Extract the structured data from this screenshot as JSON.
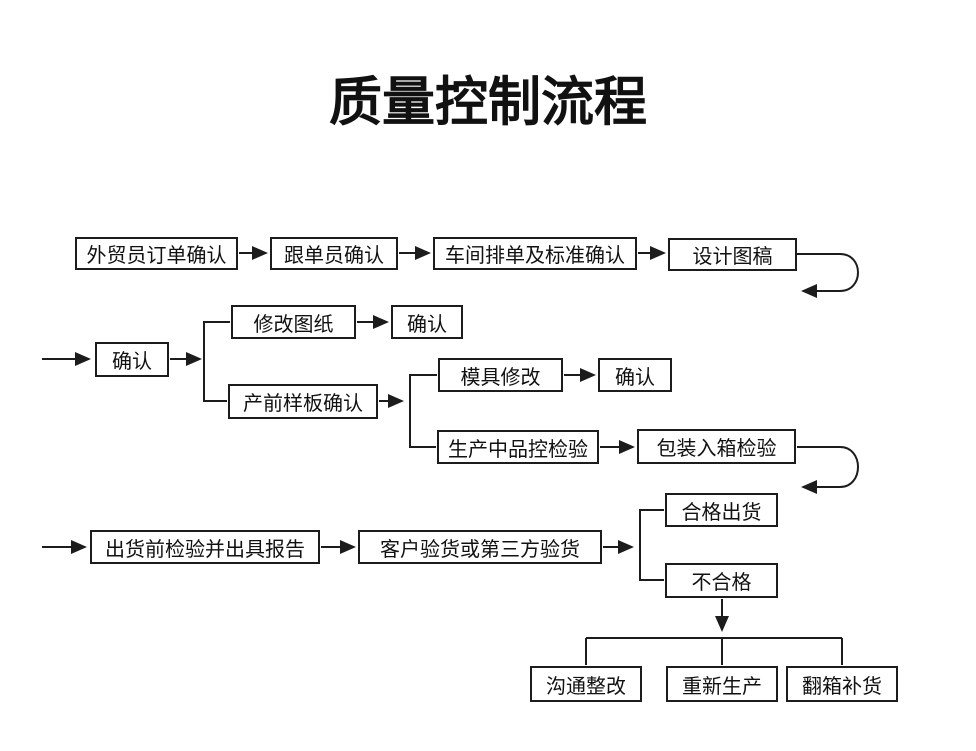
{
  "title": "质量控制流程",
  "colors": {
    "background": "#ffffff",
    "line": "#1c1c1c",
    "box_border": "#1c1c1c",
    "text": "#111111"
  },
  "nodes": {
    "order_confirm": {
      "label": "外贸员订单确认"
    },
    "merchandiser_confirm": {
      "label": "跟单员确认"
    },
    "workshop_schedule": {
      "label": "车间排单及标准确认"
    },
    "design_draft": {
      "label": "设计图稿"
    },
    "confirm_1": {
      "label": "确认"
    },
    "revise_drawing": {
      "label": "修改图纸"
    },
    "confirm_2": {
      "label": "确认"
    },
    "preproduction_sample": {
      "label": "产前样板确认"
    },
    "mold_revision": {
      "label": "模具修改"
    },
    "confirm_3": {
      "label": "确认"
    },
    "inprocess_qc": {
      "label": "生产中品控检验"
    },
    "packing_inspection": {
      "label": "包装入箱检验"
    },
    "preshipment_inspection": {
      "label": "出货前检验并出具报告"
    },
    "customer_inspection": {
      "label": "客户验货或第三方验货"
    },
    "qualified_ship": {
      "label": "合格出货"
    },
    "unqualified": {
      "label": "不合格"
    },
    "communicate_rectify": {
      "label": "沟通整改"
    },
    "reproduce": {
      "label": "重新生产"
    },
    "repack_replenish": {
      "label": "翻箱补货"
    }
  },
  "edges": [
    {
      "from": "order_confirm",
      "to": "merchandiser_confirm",
      "style": "arrow"
    },
    {
      "from": "merchandiser_confirm",
      "to": "workshop_schedule",
      "style": "arrow"
    },
    {
      "from": "workshop_schedule",
      "to": "design_draft",
      "style": "arrow"
    },
    {
      "from": "design_draft",
      "to": "confirm_1",
      "style": "wrap-around-arrow"
    },
    {
      "from": "confirm_1",
      "to": "revise_drawing",
      "style": "branch"
    },
    {
      "from": "confirm_1",
      "to": "preproduction_sample",
      "style": "branch"
    },
    {
      "from": "revise_drawing",
      "to": "confirm_2",
      "style": "arrow"
    },
    {
      "from": "preproduction_sample",
      "to": "mold_revision",
      "style": "branch"
    },
    {
      "from": "preproduction_sample",
      "to": "inprocess_qc",
      "style": "branch"
    },
    {
      "from": "mold_revision",
      "to": "confirm_3",
      "style": "arrow"
    },
    {
      "from": "inprocess_qc",
      "to": "packing_inspection",
      "style": "arrow"
    },
    {
      "from": "packing_inspection",
      "to": "preshipment_inspection",
      "style": "wrap-around-arrow"
    },
    {
      "from": "preshipment_inspection",
      "to": "customer_inspection",
      "style": "arrow"
    },
    {
      "from": "customer_inspection",
      "to": "qualified_ship",
      "style": "branch"
    },
    {
      "from": "customer_inspection",
      "to": "unqualified",
      "style": "branch"
    },
    {
      "from": "unqualified",
      "to": "communicate_rectify",
      "style": "branch"
    },
    {
      "from": "unqualified",
      "to": "reproduce",
      "style": "branch"
    },
    {
      "from": "unqualified",
      "to": "repack_replenish",
      "style": "branch"
    }
  ]
}
